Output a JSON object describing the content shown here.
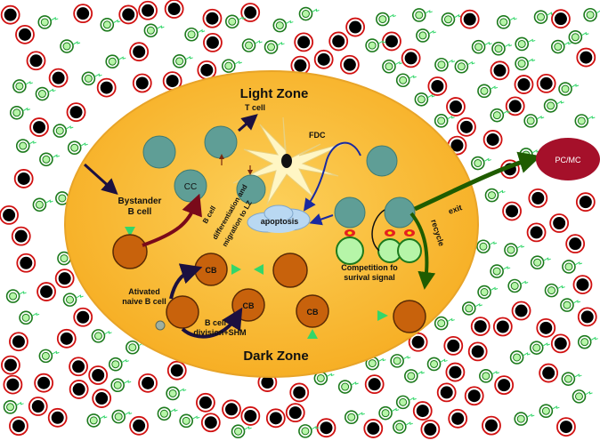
{
  "labels": {
    "light_zone": "Light Zone",
    "dark_zone": "Dark Zone",
    "t_cell": "T cell",
    "fdc": "FDC",
    "cc": "CC",
    "cb": "CB",
    "pc_mc": "PC/MC",
    "exit": "exit",
    "recycle": "recycle",
    "apoptosis": "apoptosis",
    "bystander": [
      "Bystander",
      "B cell"
    ],
    "differentiation": [
      "B cell",
      "differentiation and",
      "migration to LZ"
    ],
    "activated": [
      "Ativated",
      "naive B cell"
    ],
    "division": [
      "B cell",
      "division+SHM"
    ],
    "competition": [
      "Competition fo",
      "surival signal"
    ]
  },
  "colors": {
    "zone_fill": "#f7b731",
    "zone_stroke": "#e0a020",
    "cc_fill": "#5f9e96",
    "cb_fill": "#c8620c",
    "plasma_fill": "#a5102a",
    "bcell_core": "#000000",
    "bcell_ring": "#d01010",
    "tcell_fill": "#b6f5a8",
    "tcell_ring": "#1c7a1c",
    "arrow_dark": "#1b1040",
    "arrow_maroon": "#7a0a1a",
    "arrow_green": "#1f5c00",
    "arrow_blue": "#1a2aa0",
    "signal_red": "#e52020",
    "signal_yellow": "#f7e000",
    "helper_green": "#33d66a"
  }
}
